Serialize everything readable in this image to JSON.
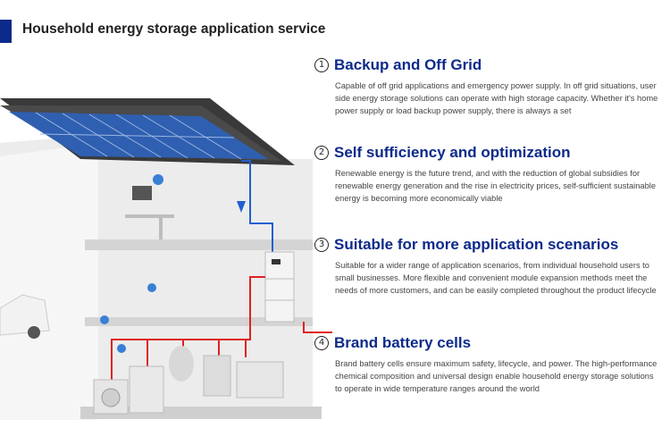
{
  "page": {
    "title": "Household energy storage application service"
  },
  "features": [
    {
      "num": "1",
      "title": "Backup and Off Grid",
      "desc": "Capable of off grid applications and emergency power supply. In off grid situations, user side energy storage solutions can operate with high storage capacity. Whether it's home power supply or load backup power supply, there is always a set"
    },
    {
      "num": "2",
      "title": "Self sufficiency and optimization",
      "desc": "Renewable energy is the future trend, and with the reduction of global subsidies for renewable energy generation and the rise in electricity prices, self-sufficient sustainable energy is becoming more economically viable"
    },
    {
      "num": "3",
      "title": "Suitable for more application scenarios",
      "desc": "Suitable for a wider range of application scenarios, from individual household users to small businesses. More flexible and convenient module expansion methods meet the needs of more customers, and can be easily completed throughout the product lifecycle"
    },
    {
      "num": "4",
      "title": "Brand battery cells",
      "desc": "Brand battery cells ensure maximum safety, lifecycle, and power. The high-performance chemical composition and universal design enable household energy storage solutions to operate in wide temperature ranges around the world"
    }
  ],
  "colors": {
    "accent": "#0c2a8a",
    "panel": "#2f5fb0",
    "roof": "#3a3a3a",
    "cable_red": "#e02020",
    "cable_blue": "#1f5fd0"
  }
}
